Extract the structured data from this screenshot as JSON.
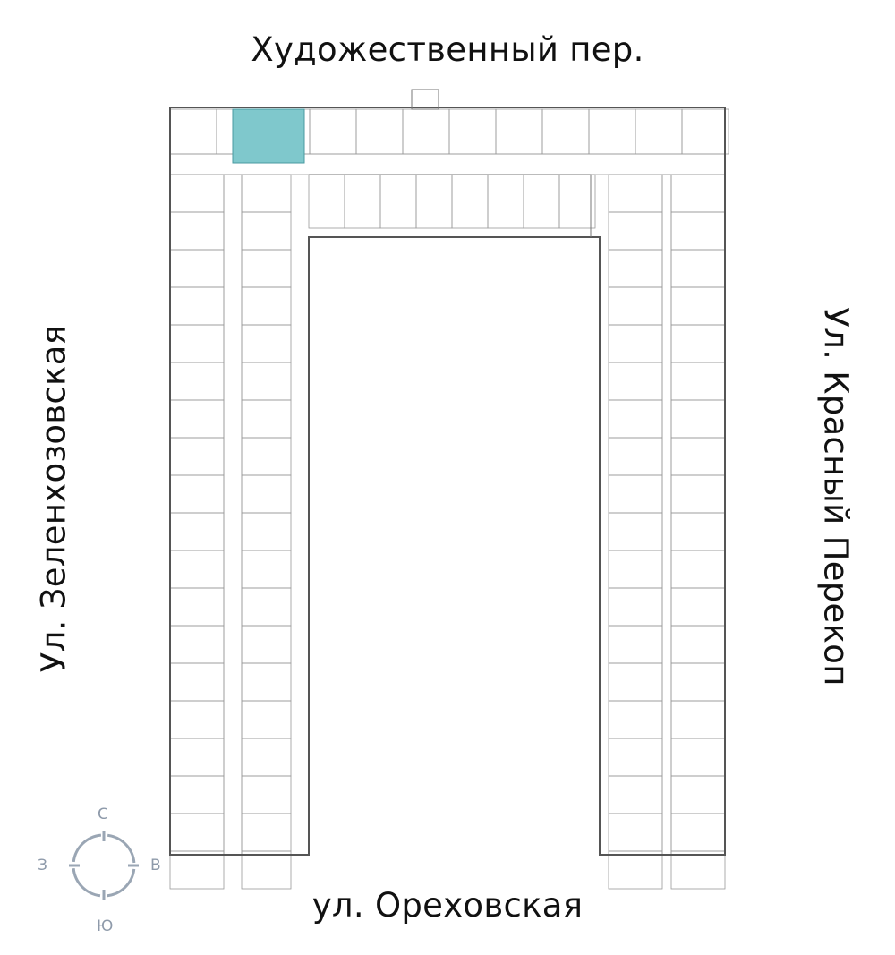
{
  "streets": {
    "north": "Художественный пер.",
    "south": "ул. Ореховская",
    "west": "Ул. Зеленхозовская",
    "east": "Ул. Красный Перекоп"
  },
  "compass": {
    "north": "С",
    "south": "Ю",
    "west": "З",
    "east": "В"
  },
  "colors": {
    "highlight": "#7fc8cc",
    "walls": "#555555",
    "compass": "#9aa6b4"
  }
}
